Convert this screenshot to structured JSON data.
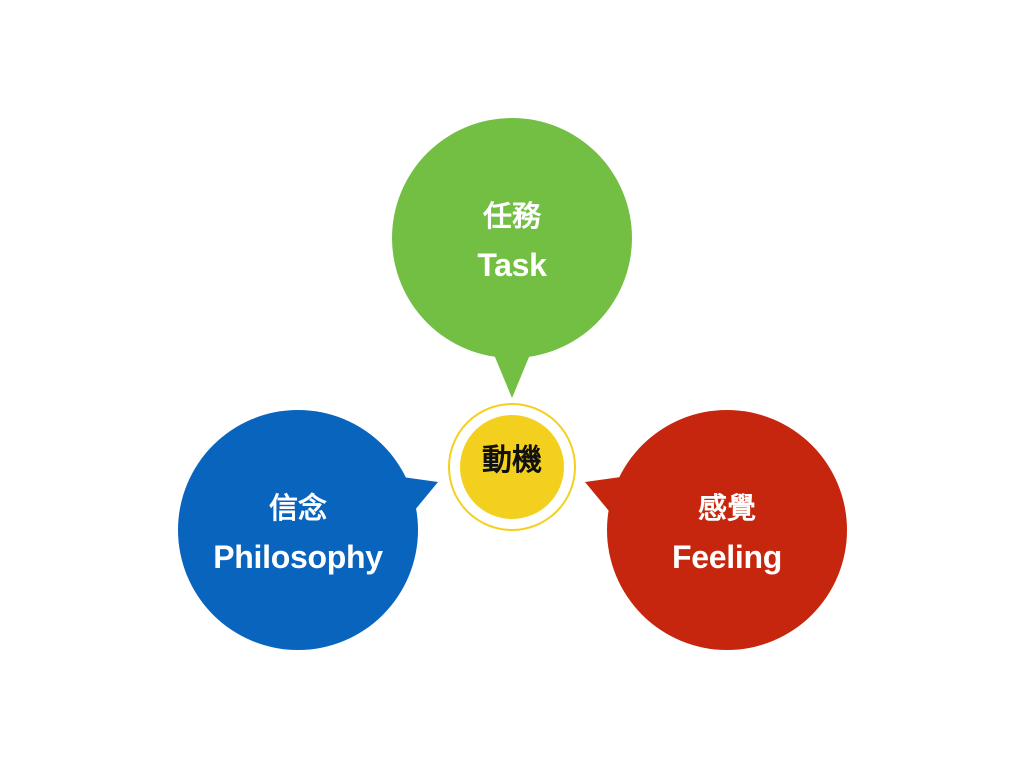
{
  "diagram": {
    "center": {
      "text": "動機",
      "fill_color": "#f4d01e",
      "ring_color": "#f4d01e"
    },
    "nodes": [
      {
        "id": "task",
        "title_zh": "任務",
        "title_en": "Task",
        "color": "#72bf44",
        "position": "top"
      },
      {
        "id": "philosophy",
        "title_zh": "信念",
        "title_en": "Philosophy",
        "color": "#0964be",
        "position": "bottom-left"
      },
      {
        "id": "feeling",
        "title_zh": "感覺",
        "title_en": "Feeling",
        "color": "#c7260e",
        "position": "bottom-right"
      }
    ]
  }
}
